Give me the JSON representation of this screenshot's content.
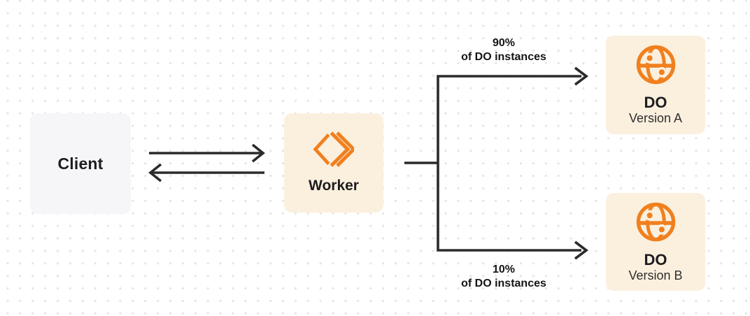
{
  "colors": {
    "accent_orange": "#F0801F",
    "box_cream": "#FBF0DE",
    "box_gray": "#F6F6F8",
    "ink": "#1D1D1F",
    "line": "#2B2B2B",
    "dot": "#E5E5E5",
    "canvas_bg": "#FFFFFF"
  },
  "icons": {
    "worker": "workers-chevrons-icon",
    "durable_object": "globe-icon"
  },
  "nodes": {
    "client": {
      "label": "Client"
    },
    "worker": {
      "label": "Worker"
    },
    "do_version_a": {
      "title": "DO",
      "subtitle": "Version A"
    },
    "do_version_b": {
      "title": "DO",
      "subtitle": "Version B"
    }
  },
  "edges": {
    "client_worker": {
      "type": "bidirectional-arrows"
    },
    "top_branch": {
      "percent": "90%",
      "caption": "of DO instances"
    },
    "bottom_branch": {
      "percent": "10%",
      "caption": "of DO instances"
    }
  }
}
